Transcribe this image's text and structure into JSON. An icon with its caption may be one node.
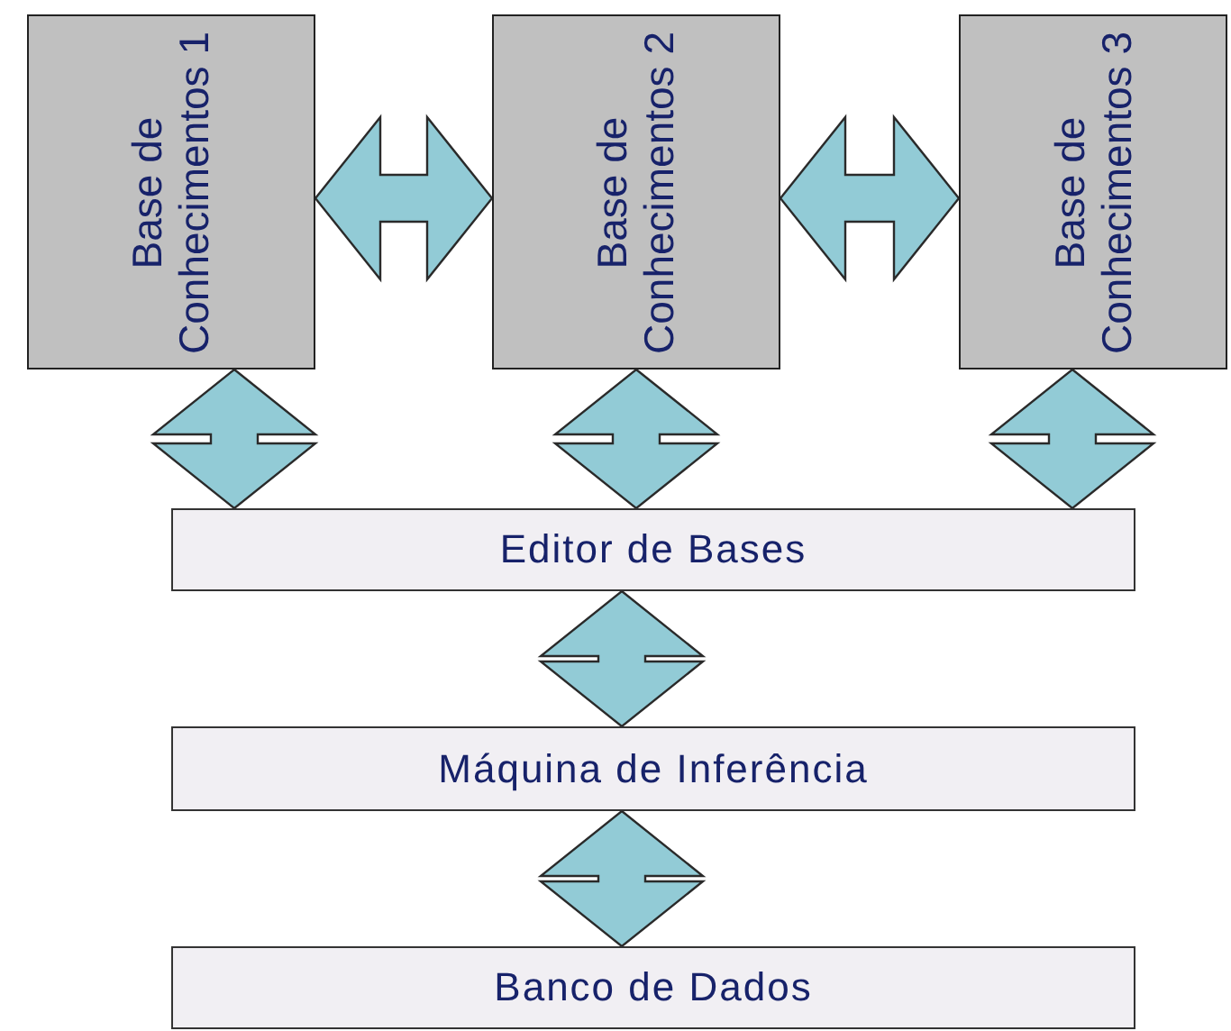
{
  "diagram": {
    "nodes": [
      {
        "text": [
          "Base de Conhecimentos 1"
        ]
      },
      {
        "text": [
          "Base de Conhecimentos 2"
        ]
      },
      {
        "text": [
          "Base de Conhecimentos 3"
        ]
      },
      {
        "text": [
          "Editor de Bases"
        ]
      },
      {
        "text": [
          "Máquina de Inferência"
        ]
      },
      {
        "text": [
          "Banco de Dados"
        ]
      }
    ],
    "edges": [
      {
        "from": 0,
        "to": 1,
        "arrow": "both"
      },
      {
        "from": 1,
        "to": 2,
        "arrow": "both"
      },
      {
        "from": 0,
        "to": 3,
        "arrow": "both"
      },
      {
        "from": 1,
        "to": 3,
        "arrow": "both"
      },
      {
        "from": 2,
        "to": 3,
        "arrow": "both"
      },
      {
        "from": 3,
        "to": 4,
        "arrow": "both"
      },
      {
        "from": 4,
        "to": 5,
        "arrow": "both"
      }
    ]
  }
}
